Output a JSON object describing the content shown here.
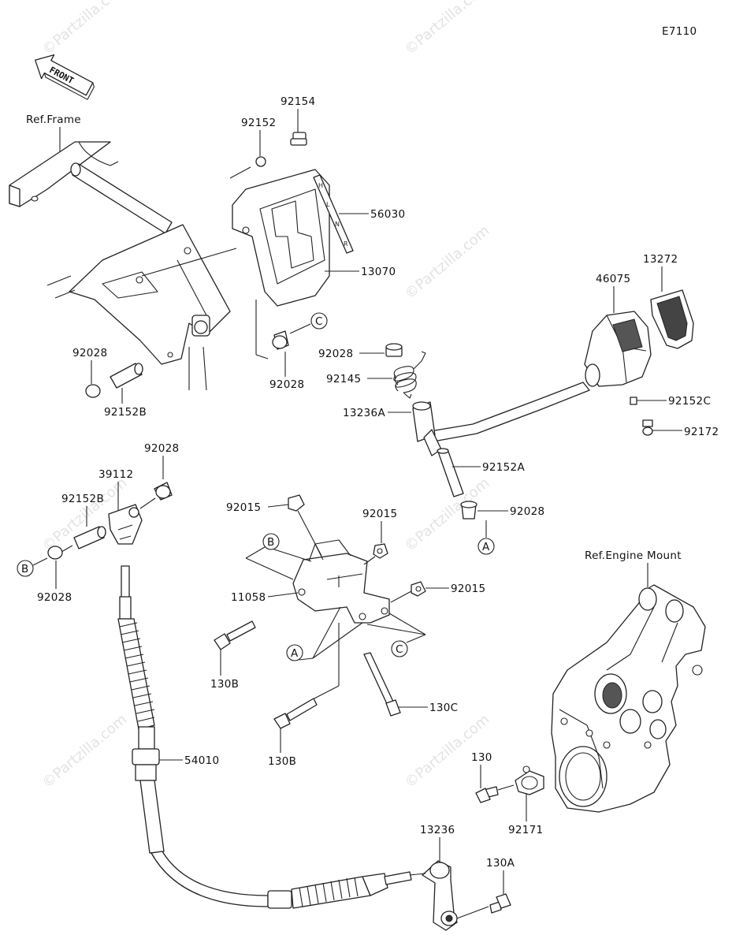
{
  "diagram_code": "E7110",
  "front_label": "FRONT",
  "watermark": "©Partzilla.com",
  "refs": {
    "frame": "Ref.Frame",
    "engine_mount": "Ref.Engine Mount"
  },
  "parts": {
    "p92154": "92154",
    "p92152": "92152",
    "p56030": "56030",
    "p13070": "13070",
    "p92028_a": "92028",
    "p92152B_a": "92152B",
    "p92028_c": "92028",
    "p13272": "13272",
    "p46075": "46075",
    "p92028_d": "92028",
    "p92145": "92145",
    "p13236A": "13236A",
    "p92152C": "92152C",
    "p92172": "92172",
    "p92152A": "92152A",
    "p92028_e": "92028",
    "p92028_f": "92028",
    "p39112": "39112",
    "p92152B_b": "92152B",
    "p92028_g": "92028",
    "p92015_a": "92015",
    "p92015_b": "92015",
    "p92015_c": "92015",
    "p11058": "11058",
    "p130B_a": "130B",
    "p130C": "130C",
    "p130B_b": "130B",
    "p54010": "54010",
    "p130": "130",
    "p92171": "92171",
    "p13236": "13236",
    "p130A": "130A"
  },
  "callouts": {
    "c_upper": "C",
    "a_upper": "A",
    "b_left": "B",
    "b_mid": "B",
    "a_mid": "A",
    "c_mid": "C"
  }
}
